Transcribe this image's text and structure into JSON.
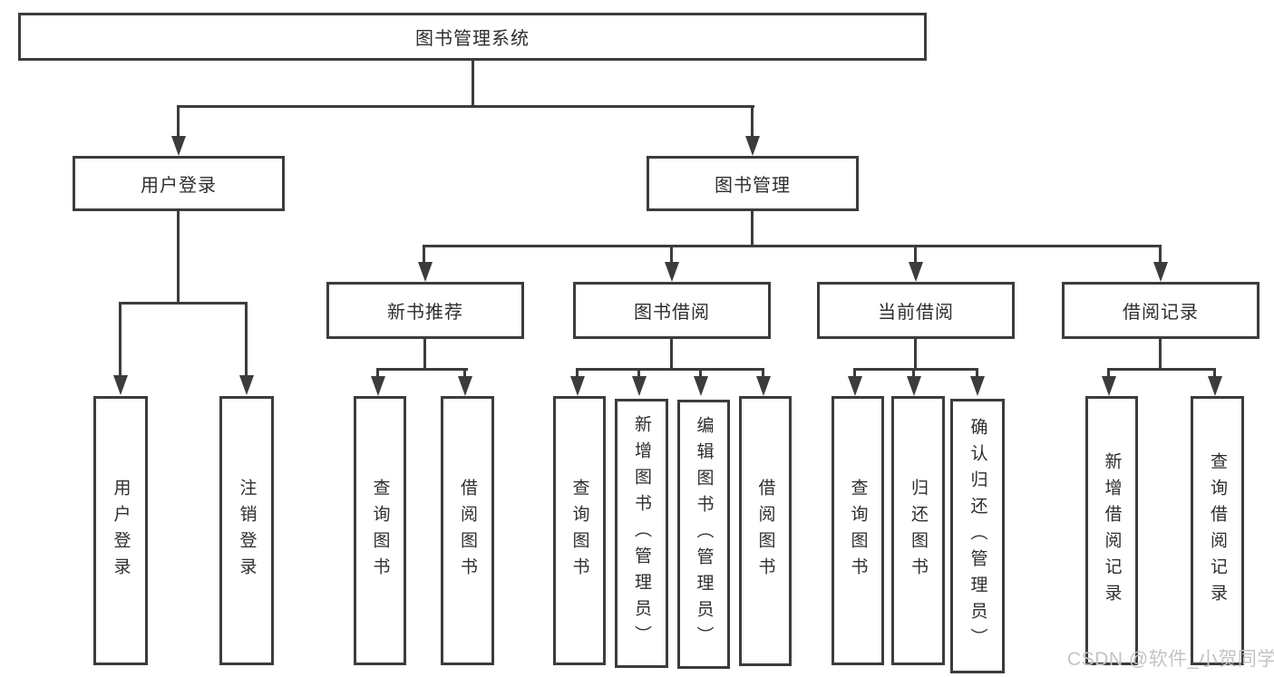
{
  "diagram": {
    "root": {
      "label": "图书管理系统"
    },
    "branches": [
      {
        "label": "用户登录",
        "leaves": [
          {
            "label": "用户登录"
          },
          {
            "label": "注销登录"
          }
        ]
      },
      {
        "label": "图书管理",
        "sections": [
          {
            "label": "新书推荐",
            "leaves": [
              {
                "label": "查询图书"
              },
              {
                "label": "借阅图书"
              }
            ]
          },
          {
            "label": "图书借阅",
            "leaves": [
              {
                "label": "查询图书"
              },
              {
                "label": "新增图书（管理员）"
              },
              {
                "label": "编辑图书（管理员）"
              },
              {
                "label": "借阅图书"
              }
            ]
          },
          {
            "label": "当前借阅",
            "leaves": [
              {
                "label": "查询图书"
              },
              {
                "label": "归还图书"
              },
              {
                "label": "确认归还（管理员）"
              }
            ]
          },
          {
            "label": "借阅记录",
            "leaves": [
              {
                "label": "新增借阅记录"
              },
              {
                "label": "查询借阅记录"
              }
            ]
          }
        ]
      }
    ]
  },
  "watermark": {
    "text": "CSDN @软件_小贺同学"
  },
  "colors": {
    "line": "#3c3c3c",
    "text": "#2e2e2e",
    "watermark": "#c4c4c4",
    "background": "#ffffff"
  }
}
